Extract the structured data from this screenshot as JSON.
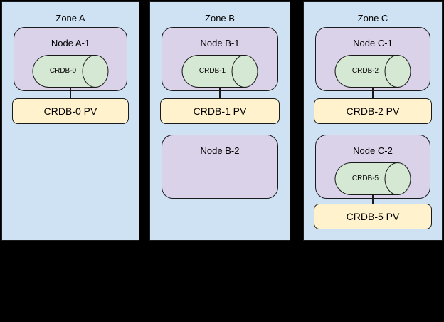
{
  "diagram": {
    "background_color": "#000000",
    "zone_fill_color": "#cfe2f3",
    "node_fill_color": "#d9d2e9",
    "db_fill_color": "#d5e8d4",
    "pv_fill_color": "#fff2cc",
    "stroke_color": "#1a1a1a"
  },
  "zones": [
    {
      "title": "Zone A",
      "rows": [
        {
          "node": {
            "label": "Node A-1",
            "db": "CRDB-0"
          },
          "pv": "CRDB-0 PV"
        }
      ]
    },
    {
      "title": "Zone B",
      "rows": [
        {
          "node": {
            "label": "Node B-1",
            "db": "CRDB-1"
          },
          "pv": "CRDB-1 PV"
        },
        {
          "node": {
            "label": "Node B-2"
          }
        }
      ]
    },
    {
      "title": "Zone C",
      "rows": [
        {
          "node": {
            "label": "Node C-1",
            "db": "CRDB-2"
          },
          "pv": "CRDB-2 PV"
        },
        {
          "node": {
            "label": "Node C-2",
            "db": "CRDB-5"
          },
          "pv": "CRDB-5 PV"
        }
      ]
    }
  ]
}
